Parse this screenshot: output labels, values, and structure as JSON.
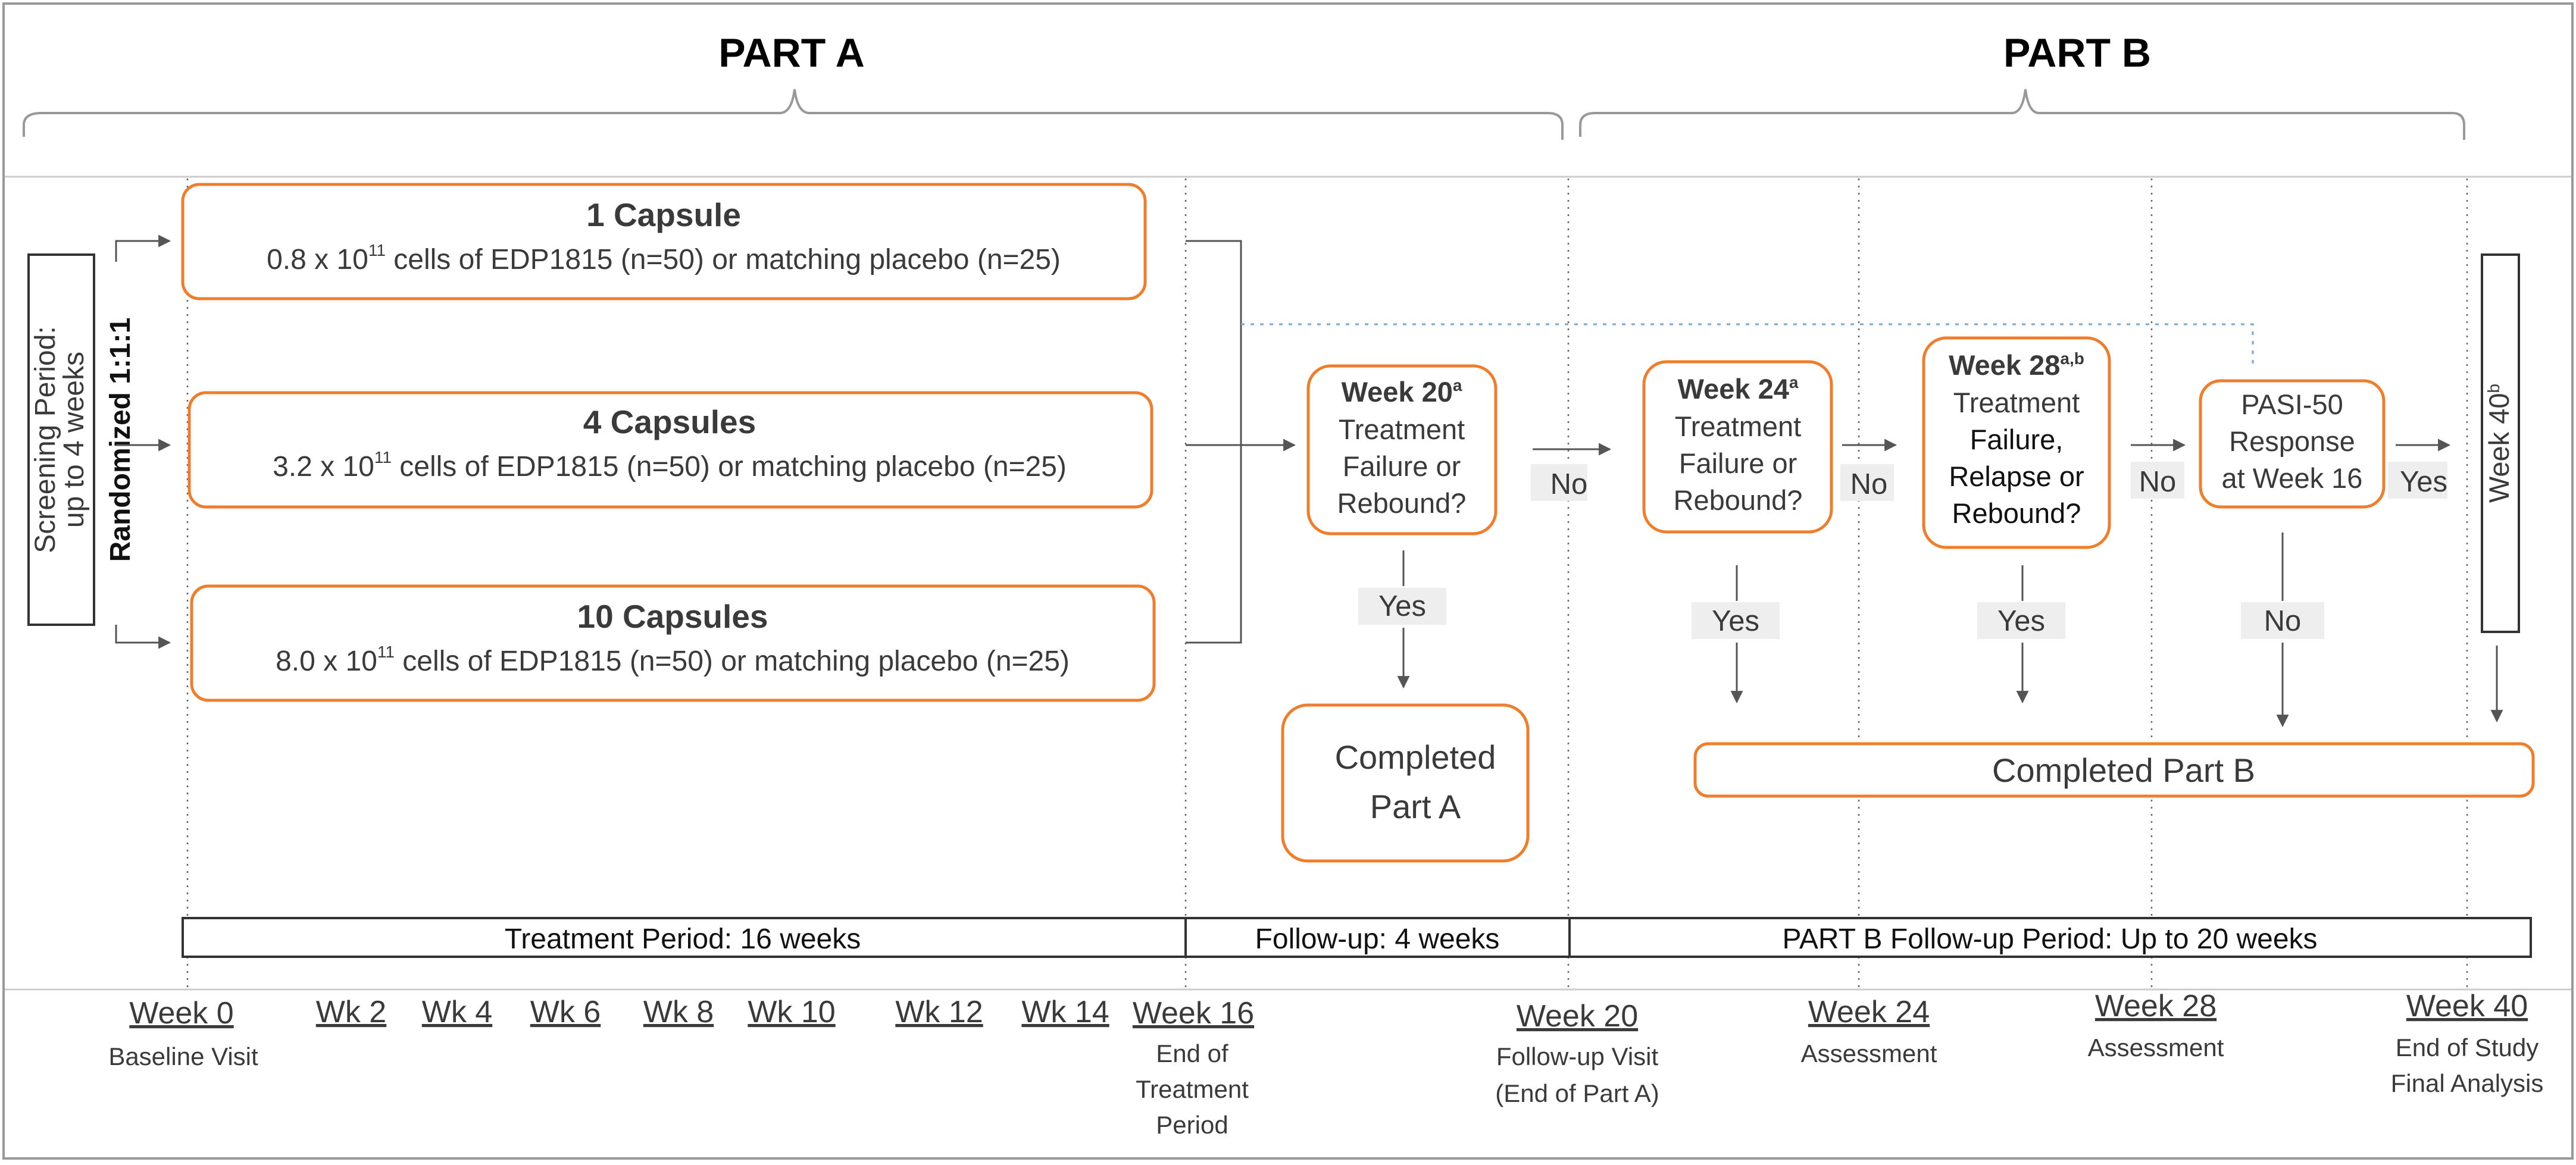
{
  "parts": {
    "a": "PART A",
    "b": "PART B"
  },
  "screening": {
    "line1": "Screening Period:",
    "line2": "up to 4 weeks",
    "randomized": "Randomized 1:1:1"
  },
  "arms": [
    {
      "title": "1 Capsule",
      "dose_pre": "0.8 x 10",
      "dose_exp": "11",
      "dose_post": " cells of EDP1815 (n=50) or matching placebo (n=25)"
    },
    {
      "title": "4 Capsules",
      "dose_pre": "3.2 x 10",
      "dose_exp": "11",
      "dose_post": " cells of EDP1815 (n=50) or matching placebo (n=25)"
    },
    {
      "title": "10 Capsules",
      "dose_pre": "8.0 x 10",
      "dose_exp": "11",
      "dose_post": " cells of EDP1815 (n=50) or matching placebo (n=25)"
    }
  ],
  "decisions": {
    "w20": {
      "title": "Week 20",
      "sup": "a",
      "l1": "Treatment",
      "l2": "Failure or",
      "l3": "Rebound?"
    },
    "w24": {
      "title": "Week 24",
      "sup": "a",
      "l1": "Treatment",
      "l2": "Failure or",
      "l3": "Rebound?"
    },
    "w28": {
      "title": "Week 28",
      "sup": "a,b",
      "l1": "Treatment",
      "l2": "Failure,",
      "l3": "Relapse or",
      "l4": "Rebound?"
    },
    "pasi": {
      "l1": "PASI-50",
      "l2": "Response",
      "l3": "at Week 16"
    }
  },
  "week40_box": {
    "title": "Week 40",
    "sup": "b"
  },
  "labels": {
    "yes": "Yes",
    "no": "No"
  },
  "completed": {
    "a_l1": "Completed",
    "a_l2": "Part A",
    "b": "Completed Part B"
  },
  "periods": {
    "treatment": "Treatment Period: 16 weeks",
    "followup": "Follow-up: 4 weeks",
    "partb": "PART B Follow-up Period: Up to 20 weeks"
  },
  "timeline": {
    "week0": "Week 0",
    "week0_sub": "Baseline Visit",
    "wk2": "Wk 2",
    "wk4": "Wk 4",
    "wk6": "Wk 6",
    "wk8": "Wk 8",
    "wk10": "Wk 10",
    "wk12": "Wk 12",
    "wk14": "Wk 14",
    "week16": "Week 16",
    "week16_sub1": "End of",
    "week16_sub2": "Treatment",
    "week16_sub3": "Period",
    "week20": "Week 20",
    "week20_sub1": "Follow-up  Visit",
    "week20_sub2": "(End of Part A)",
    "week24": "Week 24",
    "week24_sub": "Assessment",
    "week28": "Week 28",
    "week28_sub": "Assessment",
    "week40": "Week 40",
    "week40_sub1": "End of Study",
    "week40_sub2": "Final Analysis"
  },
  "colors": {
    "accent": "#f07d2b",
    "line": "#555555",
    "dashed_blue": "#7aa6d8"
  }
}
